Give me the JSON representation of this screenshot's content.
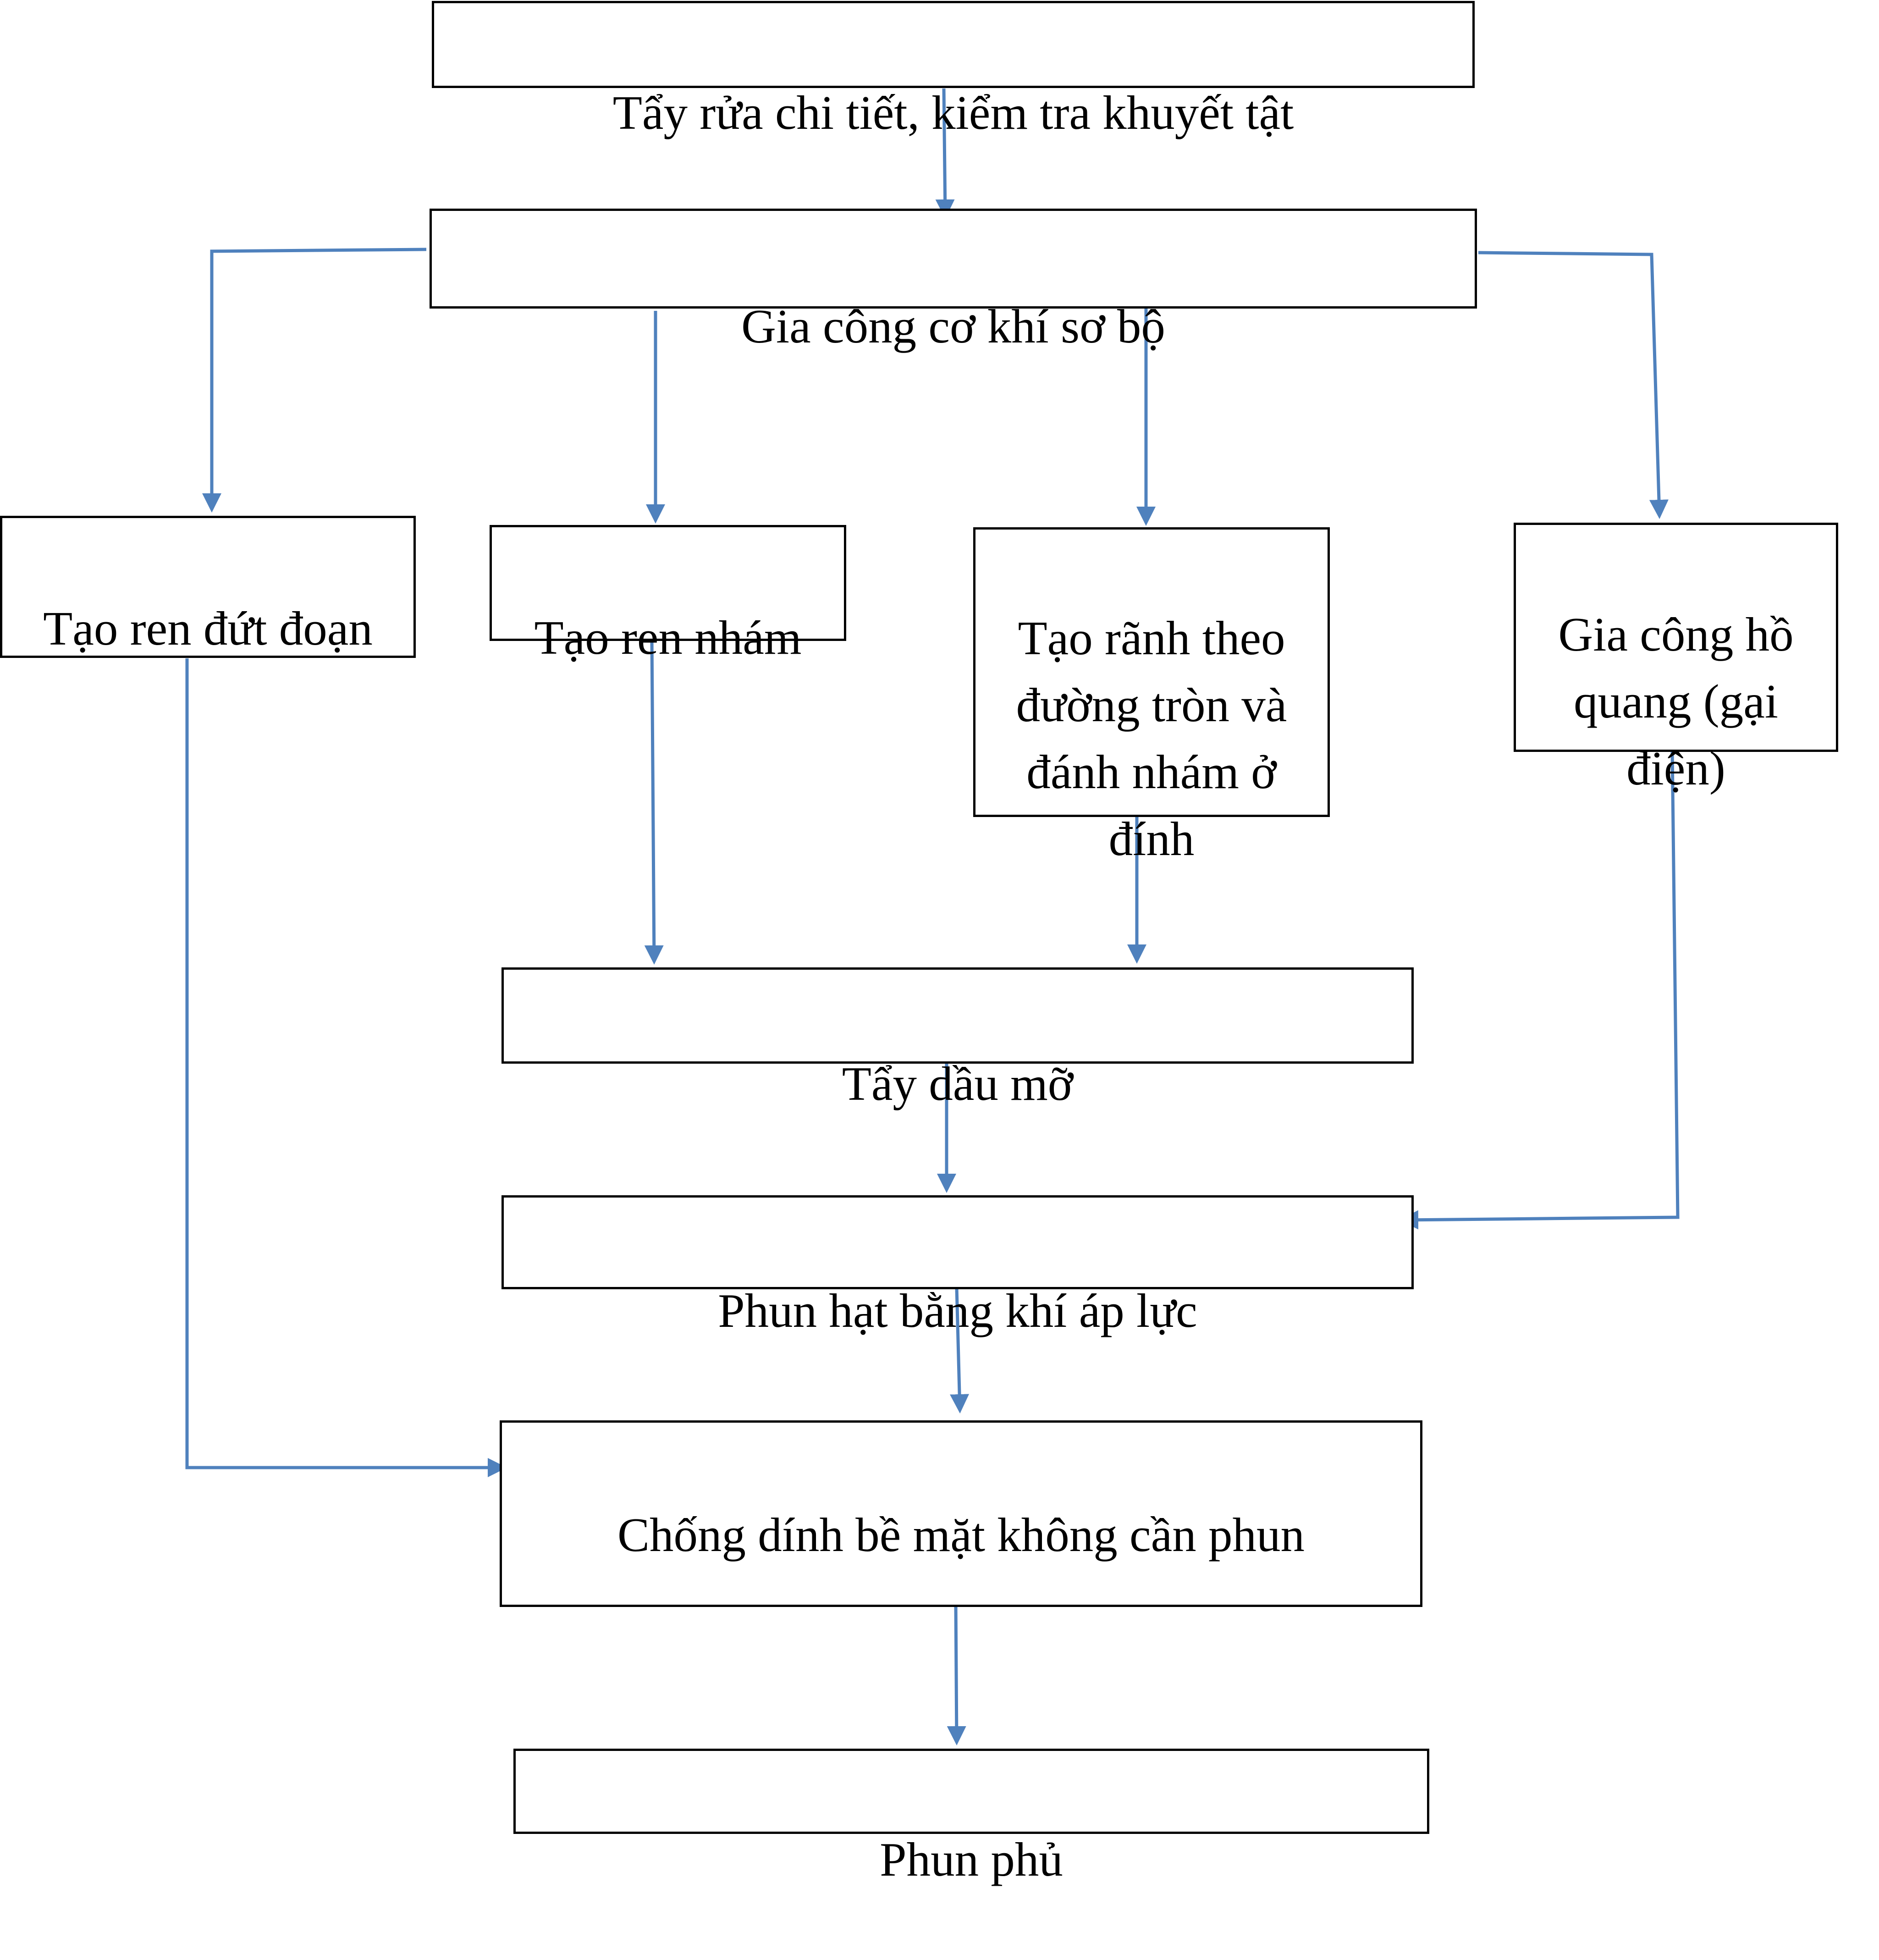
{
  "colors": {
    "arrow": "#4f81bd",
    "box_border": "#000000",
    "text": "#000000",
    "background": "#ffffff"
  },
  "nodes": {
    "cleaning": "Tẩy rửa chi tiết, kiểm tra khuyết tật",
    "pre_machining": "Gia công cơ khí sơ bộ",
    "interrupted_thread": "Tạo ren đứt đoạn",
    "rough_thread": "Tạo ren nhám",
    "circular_groove": "Tạo rãnh theo\nđường tròn và\nđánh nhám ở\nđính",
    "arc_machining": "Gia công hồ\nquang (gại\nđiện)",
    "degreasing": "Tẩy dầu mỡ",
    "blasting": "Phun hạt bằng khí áp lực",
    "masking": "Chống dính bề mặt không cần phun",
    "spraying": "Phun phủ"
  },
  "edges": [
    {
      "from": "cleaning",
      "to": "pre_machining"
    },
    {
      "from": "pre_machining",
      "to": "interrupted_thread"
    },
    {
      "from": "pre_machining",
      "to": "rough_thread"
    },
    {
      "from": "pre_machining",
      "to": "circular_groove"
    },
    {
      "from": "pre_machining",
      "to": "arc_machining"
    },
    {
      "from": "rough_thread",
      "to": "degreasing"
    },
    {
      "from": "circular_groove",
      "to": "degreasing"
    },
    {
      "from": "degreasing",
      "to": "blasting"
    },
    {
      "from": "arc_machining",
      "to": "blasting"
    },
    {
      "from": "interrupted_thread",
      "to": "masking"
    },
    {
      "from": "blasting",
      "to": "masking"
    },
    {
      "from": "masking",
      "to": "spraying"
    }
  ]
}
